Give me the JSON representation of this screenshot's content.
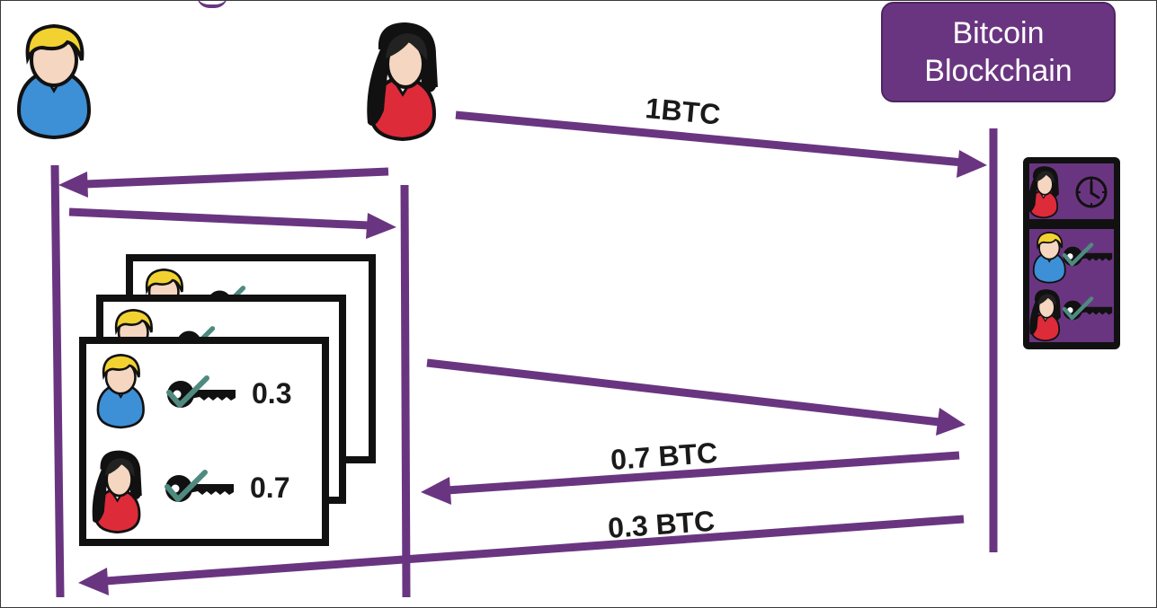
{
  "colors": {
    "accent": "#6a3580",
    "ink": "#1a1a1a",
    "check": "#4f8a80",
    "blond_hair": "#f2d230",
    "blue_shirt": "#3d8fd6",
    "red_shirt": "#dd2b3a",
    "skin": "#f5d6c0"
  },
  "participants": {
    "left": {
      "icon": "blond-person-icon"
    },
    "middle": {
      "icon": "dark-hair-person-icon"
    },
    "right": {
      "line1": "Bitcoin",
      "line2": "Blockchain"
    }
  },
  "messages": [
    {
      "from": "middle",
      "to": "blockchain",
      "label": "1BTC"
    },
    {
      "from": "middle",
      "to": "left",
      "label": ""
    },
    {
      "from": "left",
      "to": "middle",
      "label": ""
    },
    {
      "from": "middle",
      "to": "blockchain",
      "label": ""
    },
    {
      "from": "blockchain",
      "to": "middle",
      "label": "0.7 BTC"
    },
    {
      "from": "blockchain",
      "to": "left",
      "label": "0.3 BTC"
    }
  ],
  "card": {
    "rows": [
      {
        "person": "blond-person-icon",
        "key": "key-check-icon",
        "amount": "0.3"
      },
      {
        "person": "dark-hair-person-icon",
        "key": "key-check-icon",
        "amount": "0.7"
      }
    ]
  },
  "ledger": {
    "top_entry": {
      "person": "dark-hair-person-icon",
      "icon": "clock-icon"
    },
    "entries": [
      {
        "person": "blond-person-icon",
        "icon": "key-check-icon"
      },
      {
        "person": "dark-hair-person-icon",
        "icon": "key-check-icon"
      }
    ]
  }
}
